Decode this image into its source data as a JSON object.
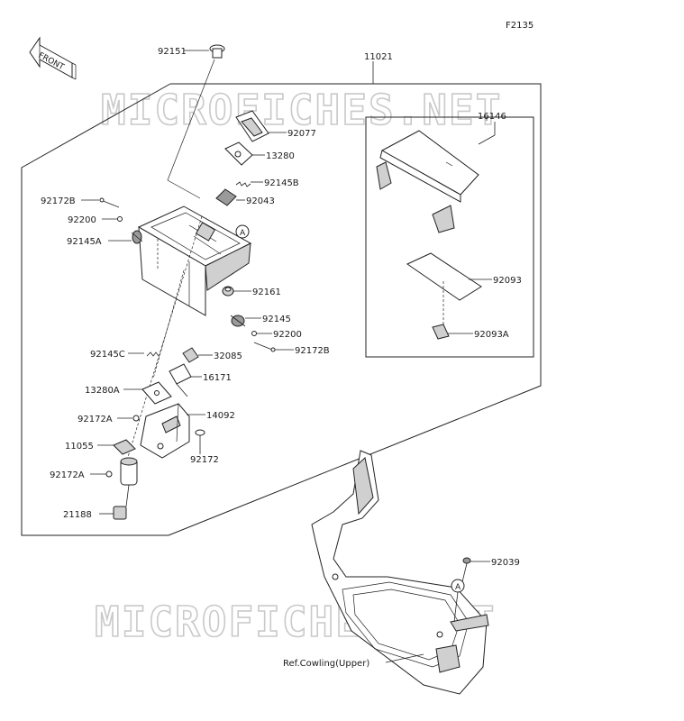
{
  "figure_code": "F2135",
  "front_arrow_label": "FRONT",
  "watermark": "MICROFICHES.NET",
  "callout_circle": "A",
  "parts": {
    "p92151": "92151",
    "p11021": "11021",
    "p92077": "92077",
    "p16146": "16146",
    "p13280": "13280",
    "p92145B": "92145B",
    "p92043": "92043",
    "p92172B_top": "92172B",
    "p92200_top": "92200",
    "p92145A": "92145A",
    "p92161": "92161",
    "p92093": "92093",
    "p92145": "92145",
    "p92200_bot": "92200",
    "p92172B_bot": "92172B",
    "p92093A": "92093A",
    "p92145C": "92145C",
    "p32085": "32085",
    "p16171": "16171",
    "p13280A": "13280A",
    "p92172A_top": "92172A",
    "p14092": "14092",
    "p11055": "11055",
    "p92172": "92172",
    "p92172A_bot": "92172A",
    "p21188": "21188",
    "p92039": "92039",
    "ref_cowling": "Ref.Cowling(Upper)"
  }
}
